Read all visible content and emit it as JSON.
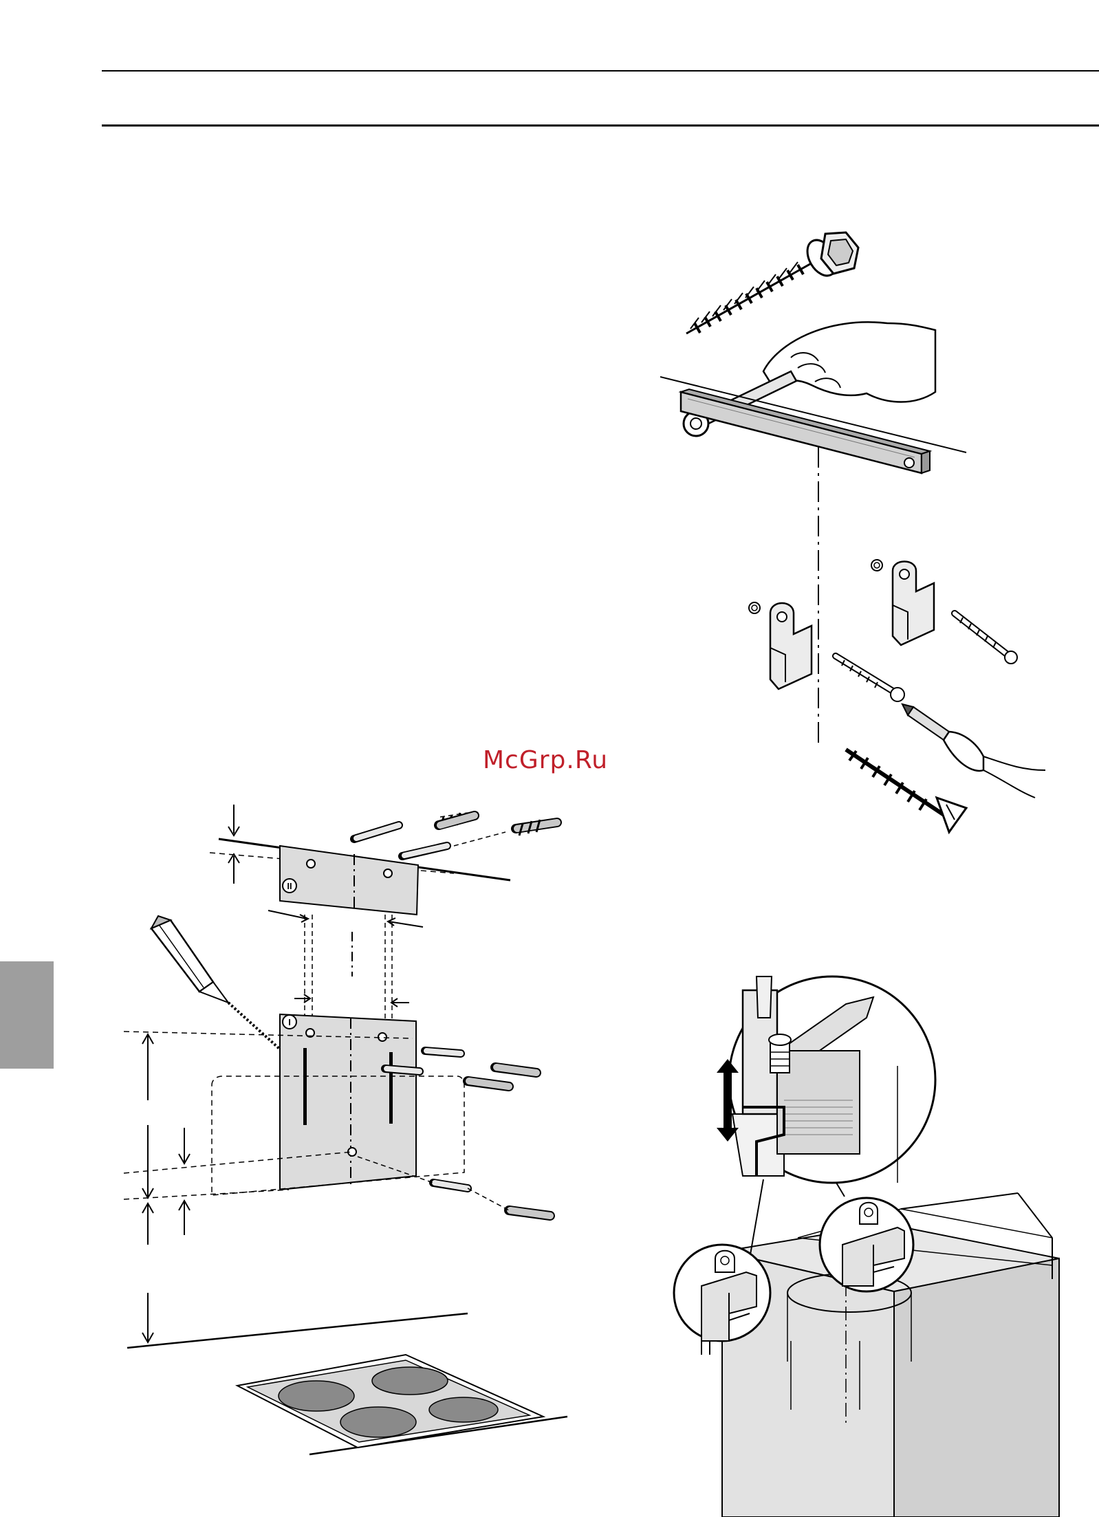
{
  "watermark": {
    "text": "McGrp.Ru"
  },
  "template_marks": {
    "upper": "II",
    "lower": "I"
  },
  "colors": {
    "watermark_red": "#c0202a",
    "side_tab_grey": "#9e9e9e",
    "template_grey": "#dcdcdc",
    "metal_grey": "#d2d2d2",
    "hob_grey": "#8a8a8a"
  },
  "icons": [
    "hex-screw-icon",
    "hand-wrench-icon",
    "mounting-rail-icon",
    "mounting-bracket-icon",
    "washer-icon",
    "wall-plug-icon",
    "wood-screw-icon",
    "screwdriver-icon",
    "pencil-icon",
    "paper-template-icon",
    "cooktop-icon",
    "adjustment-arrow-icon",
    "chimney-duct-icon"
  ]
}
